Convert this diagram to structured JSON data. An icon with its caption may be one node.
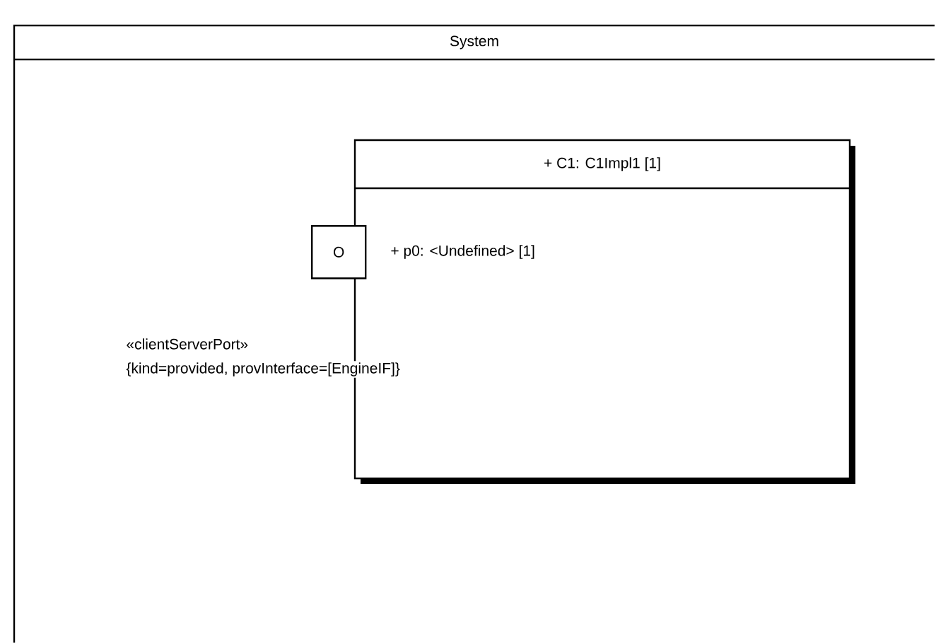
{
  "diagram": {
    "nodes": [
      {
        "text": [
          "System"
        ]
      },
      {
        "text": [
          "+ C1: C1Impl1 [1]"
        ],
        "in": 0
      },
      {
        "text": [
          "O"
        ],
        "in": 0
      }
    ],
    "labels": [
      "+ p0: <Undefined> [1]",
      "«clientServerPort»",
      "{kind=provided, provInterface=[EngineIF]}"
    ]
  }
}
